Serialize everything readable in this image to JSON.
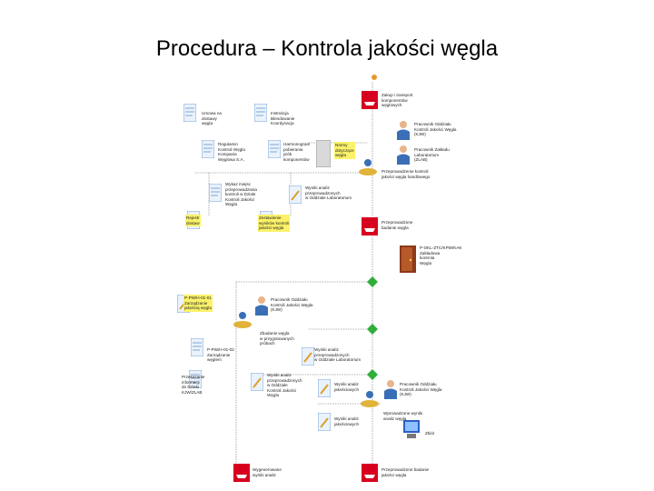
{
  "title": "Procedura – Kontrola jakości węgla",
  "labels": {
    "l01": "Zakup i transport\nkomponentów\nwęglowych",
    "l02": "Umowa na\ndostawy\nwęgla",
    "l03": "Instrukcja\nBlendowanie\nKoordynacja",
    "l04": "Pracownik Oddziału\nKontroli Jakości Węgla\n(KJW)",
    "l05": "Pracownik Zakładu\nLaboratorium\n(ZLAB)",
    "l06": "Regulamin\nKontroli Węgla\nKompania\nWęglowa S.A.",
    "l07": "Harmonogram\npobierania\nprób\nkomponentów",
    "l08": "Normy\ndotyczące\nwęgla",
    "l09": "Przeprowadzenie kontroli\njakości węgla handlowego",
    "l10": "Wykaz miejsc\nprzeprowadzania\nkontroli w Dziale\nKontroli Jakości\nWęgla",
    "l11": "Wyniki analiz\nprzeprowadzonych\nw Oddziale Laboratorium",
    "l12": "Przeprowadzone\nbadanie węgla",
    "l13": "Rejestr\ndostaw",
    "l14": "Zestawienie\nwyników kontroli\njakości węgla",
    "l15": "P-OKL-ZTC/KPW/KAK\nZakładowa\nkontrola\nWęgla",
    "l16": "P-PW/H-01-01\nZarządzanie\njakością węgla",
    "l17": "Pracownik Oddziału\nKontroli Jakości Węgla\n(KJW)",
    "l18": "Zbadanie węgla\nw przygotowanych\npróbach",
    "l19": "P-PW/H-01-02\nZarządzanie\nwęglem",
    "l20": "Wyniki analiz\nprzeprowadzonych\nw Oddziale Laboratorium",
    "l21": "Przekazanie\ninformacji\ndo Działu\nKJW/ZLAB",
    "l22": "Wyniki analiz\nprzeprowadzonych\nw Oddziale\nKontroli Jakości\nWęgla",
    "l23": "Wyniki analiz\njakościowych",
    "l24": "Pracownik Oddziału\nKontroli Jakości Węgla\n(KJW)",
    "l25": "Wprowadzone wyniki\nanaliz węgla",
    "l26": "Wyniki analiz\njakościowych",
    "l27": "Zbiór",
    "l28": "Wygenerowane\nwyniki analiz",
    "l29": "Przeprowadzone badanie\njakości węgla"
  },
  "colors": {
    "event": "#d7001f",
    "person": "#3a6fb7",
    "doc": "#7fa8d8",
    "note": "#fbf26a",
    "line": "#9a9a9a",
    "gateway": "#2fae3c",
    "door": "#8b3a1a"
  }
}
